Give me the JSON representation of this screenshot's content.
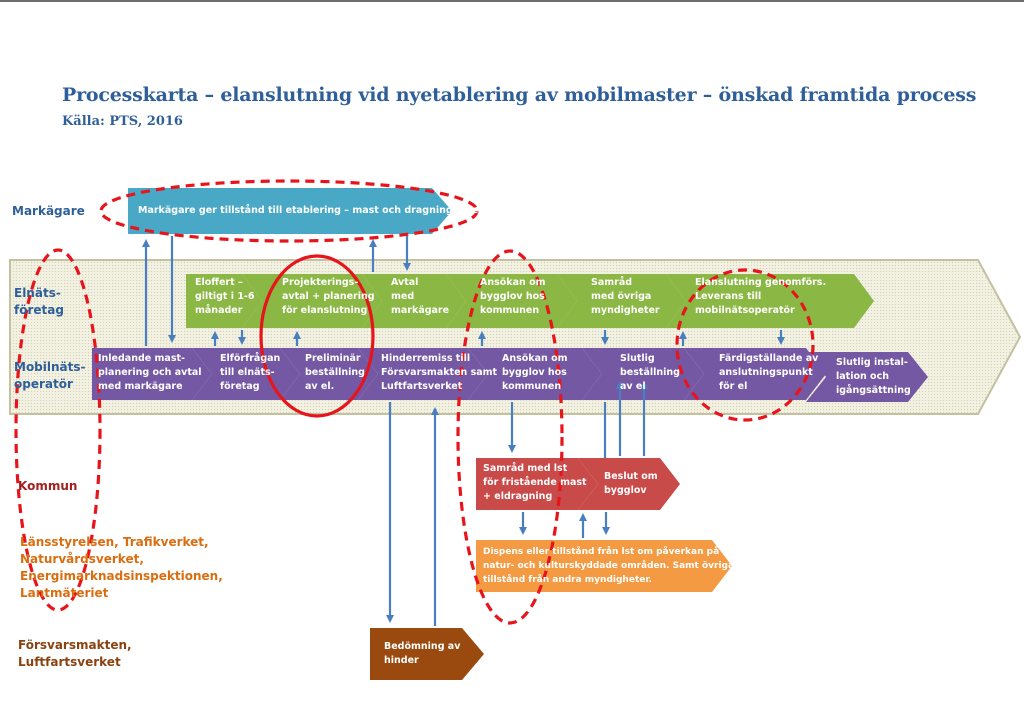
{
  "title": "Processkarta – elanslutning vid nyetablering av mobilmaster – önskad framtida process",
  "source": "Källa: PTS, 2016",
  "lanes": {
    "markagare": "Markägare",
    "elnatsforetag": "Elnäts-\nföretag",
    "mobilnatsoperator": "Mobilnäts-\noperatör",
    "kommun": "Kommun",
    "lansstyrelsen": "Länsstyrelsen, Trafikverket,\nNaturvårdsverket,\nEnergimarknadsinspektionen,\nLantmäteriet",
    "forsvarsmakten": "Försvarsmakten,\nLuftfartsverket"
  },
  "steps": {
    "markagare_tillstand": "Markägare ger tillstånd till etablering  – mast och dragning av el",
    "eloffert": "Eloffert –\ngiltigt i 1-6\nmånader",
    "projektering": "Projekterings-\navtal + planering\nför elanslutning",
    "avtal": "Avtal\nmed\nmarkägare",
    "ansokan_el": "Ansökan om\nbygglov hos\nkommunen",
    "samrad_myndigheter": "Samråd\nmed övriga\nmyndigheter",
    "elanslutning_genomfors": "Elanslutning genomförs.\nLeverans till\nmobilnätsoperatör",
    "inledande": "Inledande mast-\nplanering och avtal\nmed markägare",
    "elforfragan": "Elförfrågan\ntill elnäts-\nföretag",
    "preliminar": "Preliminär\nbeställning\nav el.",
    "hinderremiss": "Hinderremiss till\nFörsvarsmakten samt\nLuftfartsverket",
    "ansokan_mob": "Ansökan om\nbygglov hos\nkommunen",
    "slutlig_bestallning": "Slutlig\nbeställning\nav el",
    "fardigstallande": "Färdigställande av\nanslutningspunkt\nför el",
    "slutlig_installation": "Slutlig instal-\nlation och\nigångsättning",
    "samrad_lst": "Samråd med lst\nför fristående mast\n+ eldragning",
    "beslut_bygglov": "Beslut om\nbygglov",
    "dispens": "Dispens eller tillstånd från lst om påverkan på\nnatur- och kulturskyddade områden. Samt övriga\ntillstånd från andra myndigheter.",
    "bedomning": "Bedömning av\nhinder"
  },
  "colors": {
    "title": "#2f5f99",
    "markagare_fill": "#4aa8c7",
    "elnat_fill": "#8bb744",
    "mobil_fill": "#7558a3",
    "kommun_fill": "#c84a49",
    "lst_fill": "#f39a43",
    "forsvar_fill": "#9a4a0e",
    "band_fill": "#efeedd",
    "arrow": "#4a7fbf",
    "highlight": "#e8141b"
  }
}
